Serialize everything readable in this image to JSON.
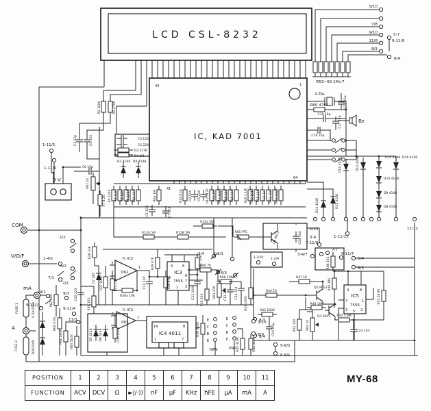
{
  "labels": {
    "lcd": "LCD CSL-8232",
    "ic1": "IC,  KAD 7001",
    "p34": "34",
    "p1": "1",
    "p41": "41",
    "p64": "64",
    "r53": "R53~59  1M×7",
    "t5_10": "5/10",
    "t7_8": "7/8",
    "t9_10": "9/10",
    "t11_8": "11/8",
    "t8_3": "8/3",
    "t5_7": "5-7",
    "t9_11_9": "9-11/9",
    "t8_4": "8/4",
    "xtal": "X-TAL",
    "r60": "R60 470K",
    "c21": "C21 10μ",
    "c18": "C18 10μ",
    "c17": "C17 10p",
    "c19": "C19 10μ",
    "bz": "Bz",
    "d12": "D12 4148",
    "d13": "D13 4148",
    "d15": "D15 4148",
    "d16": "D16 4148",
    "d10": "D10 4148",
    "d9": "D9 4148",
    "d8": "D8 4148",
    "d14": "D14 4148",
    "d11": "D11 4148",
    "t1_12": "1/12",
    "t11_12": "11/12",
    "t1_11_5": "1-11/5",
    "t1_11_6": "1-11/6",
    "batt": "9 V",
    "com": "COM",
    "vof": "V/Ω/F",
    "ma": "mA",
    "a": "A",
    "fuse1": "FUSE 1",
    "fuse1v": "0.5A/250V",
    "fuse2": "FUSE 2",
    "fuse2v": "10A/250V",
    "r1": "R1 470K",
    "r2": "R2 100K",
    "c1": "C1 33μ",
    "c2": "C2 104",
    "c6": "C6 10μ",
    "vr1": "VR1 1K",
    "r7": "R7 8.2K",
    "c3": "C3 153",
    "c4": "C4 224",
    "r3": "R3 237K",
    "r4": "R4 1M",
    "d3": "D3 4148",
    "d4": "D4 4148",
    "r5": "R5 100K",
    "r6": "R6 10K",
    "r8": "R8 10K",
    "r9": "R9 100K",
    "r10": "R10 10K",
    "r6a": "R6a 1M",
    "c5": "C5 104",
    "c7": "C7 103",
    "r11": "R11 9.1K",
    "c8": "C8 154",
    "c9": "C9 224",
    "r12": "R12 517K",
    "r13": "R13 1M",
    "r14": "R14 100K",
    "r15": "R15 10K",
    "r16": "R16 90K",
    "r19": "R19 1.1M",
    "r20": "R20 101K",
    "r21": "R21 10K",
    "r22": "R22 1K",
    "r23": "R23 10M",
    "r24": "R24 100K",
    "r12a": "R12a 56K",
    "r12A": "R12A 5M",
    "r12B": "R12B 5M",
    "r65": "R65 PTC",
    "q1": "Q1 9013",
    "c24": "C24 104",
    "s1_2": "1/2",
    "s4_2": "4/2",
    "s7_2": "7/2",
    "s1_4_1": "1-4/1",
    "s7_1": "7/1",
    "s9_1": "9/1",
    "s9_3": "9/3",
    "s9_11_2": "9-11/2",
    "s9_11_4": "9-11/4",
    "s11_3": "11/3",
    "r62": "R62 995",
    "r63": "R63 510K",
    "r64": "R64 0.05",
    "r61": "R61 510K",
    "s3_4": "3/4",
    "s5_6_1": "5-6/1",
    "s7_3": "7/3",
    "s5_6_3": "5-6/3",
    "s1_2_10": "1-2/10",
    "s1_2_9": "1-2/9",
    "s3_4b": "3-4",
    "s7_11_8": "7-11/8",
    "s1_11_11": "1-11/11",
    "s3_4_7": "3-4/7",
    "s7_7": "7/7",
    "s9_11_7": "9-11/7",
    "s5_4": "5/4",
    "s5_3": "5/3",
    "r66": "R66 502",
    "ic2": "½ IC2",
    "ic2v": "062",
    "ic2b": "½ IC2",
    "ic2bv": "062",
    "pa3": "3",
    "pa2": "2",
    "pa1": "1",
    "pb5": "5",
    "pb6": "6",
    "pb7": "7",
    "r28": "R28 33K",
    "d7": "D7 385",
    "r27": "R27 100K",
    "r31": "R31 27K",
    "r30a": "R30a 10K",
    "c11": "C11 10P",
    "r29": "R29 47K",
    "r30": "R30 47K",
    "ic3": "IC3",
    "ic3v": "7555",
    "ic3p4": "4",
    "ic3p8": "8",
    "ic3p2": "2",
    "ic3p6": "6",
    "ic3p7": "7",
    "ic3p3": "3",
    "ic3p1": "1",
    "r67": "R67 20K",
    "c12": "C12 100P",
    "r69": "R69 7K",
    "r68": "R68 20K",
    "vr3": "VR3 22K",
    "r16b": "R16 20K",
    "c13": "C13 223",
    "c14": "C14 224",
    "r43": "R43 100K",
    "c22": "C22 223",
    "r36": "R36 10K",
    "d5": "D5 4148",
    "d6": "D6 4148",
    "r35": "R35 100K",
    "ic4": "IC4 4011",
    "ic4p14": "14",
    "ic4p8": "8",
    "ic4p1": "1",
    "ic4p7": "7",
    "r39": "R39 310K",
    "r41": "R41 310K",
    "r42": "R42 310K",
    "npn": "NPN",
    "pnp": "PNP",
    "e1": "E",
    "c1t": "C",
    "b1": "B",
    "e2": "E",
    "e3": "E",
    "c2t": "C",
    "b2": "B",
    "e4": "E",
    "t8_3b": "8/3",
    "t8_4b": "8/4",
    "t3_10": "3/10",
    "t8_9": "8/9",
    "t5_6_2": "5-6/2",
    "t5_6_1b": "5-6/1",
    "c16": "C16 3.3μ",
    "r44": "R44 10",
    "r45": "R45 100K",
    "r47": "R47 1K",
    "q2": "Q2 9013",
    "r49": "R49 18K",
    "r48": "R48 10K",
    "q3": "Q3 9015",
    "r50": "R50 1.6M",
    "c23": "C23 103",
    "r51": "R51 120",
    "vr4": "VR4 1K",
    "r52": "R52 16.9K",
    "ic5": "IC5",
    "ic5v": "7555",
    "ic5p4": "4",
    "ic5p8": "8",
    "ic5p7": "7",
    "ic5p1": "1",
    "ic5p3": "3",
    "ic5p5": "5",
    "ic5p2": "2"
  },
  "table": {
    "row1_header": "POSITION",
    "row2_header": "FUNCTION",
    "positions": [
      "1",
      "2",
      "3",
      "4",
      "5",
      "6",
      "7",
      "8",
      "9",
      "10",
      "11"
    ],
    "functions": [
      "ACV",
      "DCV",
      "Ω",
      "►|/·))",
      "nF",
      "μF",
      "KHz",
      "hFE",
      "μA",
      "mA",
      "A"
    ]
  },
  "model": "MY-68"
}
